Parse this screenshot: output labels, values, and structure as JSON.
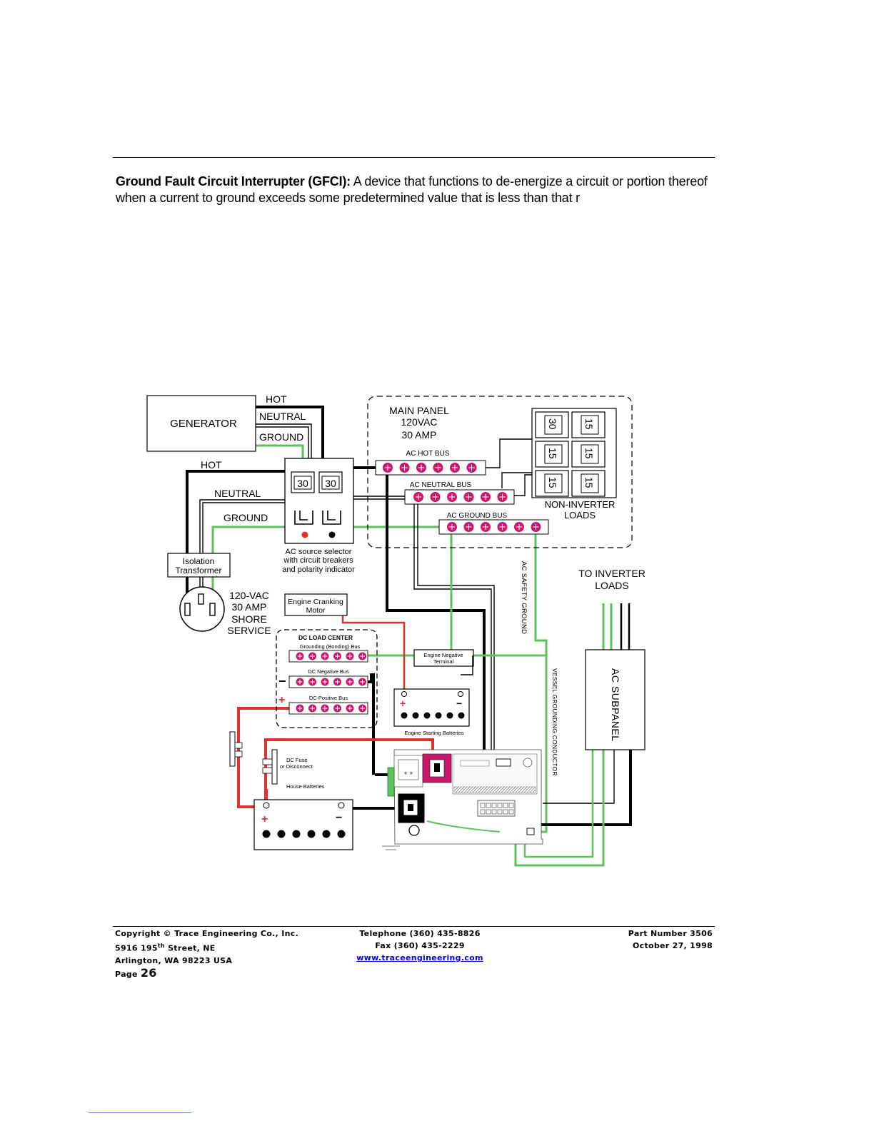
{
  "paragraph": {
    "term": "Ground Fault Circuit Interrupter (GFCI):",
    "definition": "A device that functions to de-energize a circuit or portion thereof when a current to ground exceeds some predetermined value that is less than that r"
  },
  "diagram": {
    "generator": "GENERATOR",
    "gen_hot": "HOT",
    "gen_neutral": "NEUTRAL",
    "gen_ground": "GROUND",
    "shore_hot": "HOT",
    "shore_neutral": "NEUTRAL",
    "shore_ground": "GROUND",
    "isolation_line1": "Isolation",
    "isolation_line2": "Transformer",
    "shore_line1": "120-VAC",
    "shore_line2": "30 AMP",
    "shore_line3": "SHORE",
    "shore_line4": "SERVICE",
    "selector_breaker1": "30",
    "selector_breaker2": "30",
    "selector_line1": "AC source selector",
    "selector_line2": "with circuit breakers",
    "selector_line3": "and polarity indicator",
    "main_panel_line1": "MAIN PANEL",
    "main_panel_line2": "120VAC",
    "main_panel_line3": "30 AMP",
    "ac_hot_bus": "AC HOT BUS",
    "ac_neutral_bus": "AC NEUTRAL BUS",
    "ac_ground_bus": "AC GROUND BUS",
    "breakers": [
      "30",
      "15",
      "15",
      "15",
      "15",
      "15"
    ],
    "non_inverter_line1": "NON-INVERTER",
    "non_inverter_line2": "LOADS",
    "to_inverter_line1": "TO INVERTER",
    "to_inverter_line2": "LOADS",
    "ac_safety_ground": "AC SAFETY GROUND",
    "vessel_grounding": "VESSEL GROUNDING CONDUCTOR",
    "ac_subpanel": "AC SUBPANEL",
    "engine_motor_line1": "Engine Cranking",
    "engine_motor_line2": "Motor",
    "dc_load_center": "DC LOAD CENTER",
    "grounding_bus": "Grounding (Bonding) Bus",
    "dc_negative_bus": "DC Negative Bus",
    "dc_positive_bus": "DC Positive Bus",
    "engine_neg_line1": "Engine Negative",
    "engine_neg_line2": "Terminal",
    "engine_batteries": "Engine Starting Batteries",
    "dc_fuse_line1": "DC Fuse",
    "dc_fuse_line2": "or Disconnect",
    "house_batteries": "House Batteries",
    "plus": "+",
    "minus": "−"
  },
  "footer": {
    "copyright": "Copyright © Trace Engineering Co., Inc.",
    "street_pre": "5916 195",
    "street_sup": "th",
    "street_post": " Street, NE",
    "city": "Arlington, WA  98223 USA",
    "page_label": "Page",
    "page_number": "26",
    "telephone": "Telephone (360) 435-8826",
    "fax": "Fax (360) 435-2229",
    "website": "www.traceengineering.com",
    "part_number": "Part Number 3506",
    "date": "October 27, 1998"
  },
  "colors": {
    "hot_wire": "#000000",
    "ground_wire": "#5cc35c",
    "dc_positive": "#e03030",
    "bus_terminal": "#c8186a"
  }
}
